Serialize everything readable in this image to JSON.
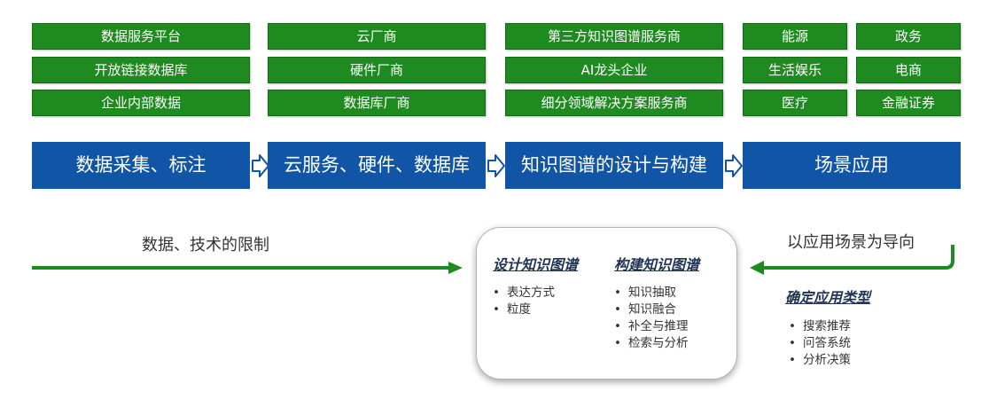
{
  "colors": {
    "green": "#1f8a1f",
    "blue": "#1155a6",
    "arrow_green": "#1f8a1f",
    "title_navy": "#223355"
  },
  "rows": {
    "col1": [
      "数据服务平台",
      "开放链接数据库",
      "企业内部数据"
    ],
    "col2": [
      "云厂商",
      "硬件厂商",
      "数据库厂商"
    ],
    "col3": [
      "第三方知识图谱服务商",
      "AI龙头企业",
      "细分领域解决方案服务商"
    ],
    "col4": [
      "能源",
      "生活娱乐",
      "医疗"
    ],
    "col5": [
      "政务",
      "电商",
      "金融证券"
    ]
  },
  "stages": [
    "数据采集、标注",
    "云服务、硬件、数据库",
    "知识图谱的设计与构建",
    "场景应用"
  ],
  "left_label": "数据、技术的限制",
  "right_label": "以应用场景为导向",
  "card": {
    "design": {
      "title": "设计知识图谱",
      "items": [
        "表达方式",
        "粒度"
      ]
    },
    "build": {
      "title": "构建知识图谱",
      "items": [
        "知识抽取",
        "知识融合",
        "补全与推理",
        "检索与分析"
      ]
    }
  },
  "app_type": {
    "title": "确定应用类型",
    "items": [
      "搜索推荐",
      "问答系统",
      "分析决策"
    ]
  }
}
